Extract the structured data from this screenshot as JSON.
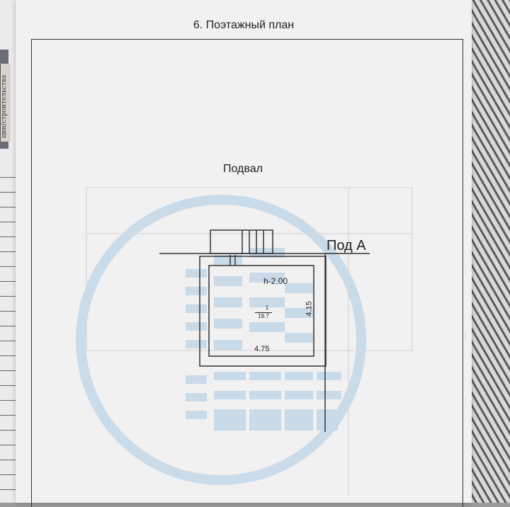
{
  "page": {
    "title": "6. Поэтажный план",
    "spine_text": "ции/строительства"
  },
  "plan": {
    "floor_label": "Подвал",
    "entrance_label": "Под А",
    "height_label": "h-2.00",
    "room_number": "1",
    "room_area": "19.7",
    "width_dim": "4.75",
    "depth_dim": "4.15"
  },
  "watermark": {
    "color": "#a9c9e3",
    "icon": "building-watermark-icon"
  }
}
